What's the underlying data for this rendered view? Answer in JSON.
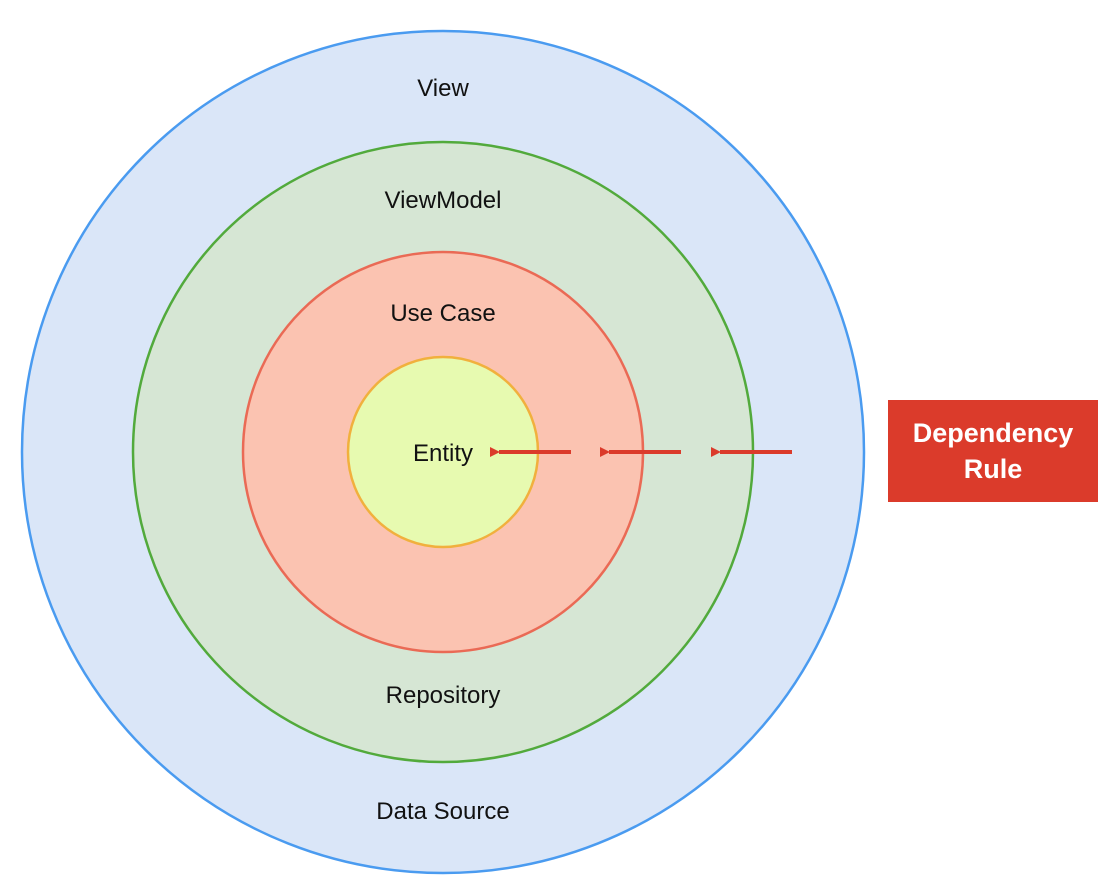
{
  "diagram": {
    "layers": [
      {
        "name": "view",
        "label": "View",
        "fill": "#dae6f8",
        "stroke": "#4a9bf0"
      },
      {
        "name": "viewmodel",
        "label": "ViewModel",
        "fill": "#d6e6d4",
        "stroke": "#52aa3c"
      },
      {
        "name": "use-case",
        "label": "Use Case",
        "fill": "#fbc3b1",
        "stroke": "#ea6a55"
      },
      {
        "name": "entity",
        "label": "Entity",
        "fill": "#e7fab0",
        "stroke": "#f1b03d"
      }
    ],
    "lower_labels": {
      "repository": "Repository",
      "data_source": "Data Source"
    },
    "arrow_color": "#db3b2b"
  },
  "rule": {
    "line1": "Dependency",
    "line2": "Rule",
    "color": "#db3b2b"
  }
}
